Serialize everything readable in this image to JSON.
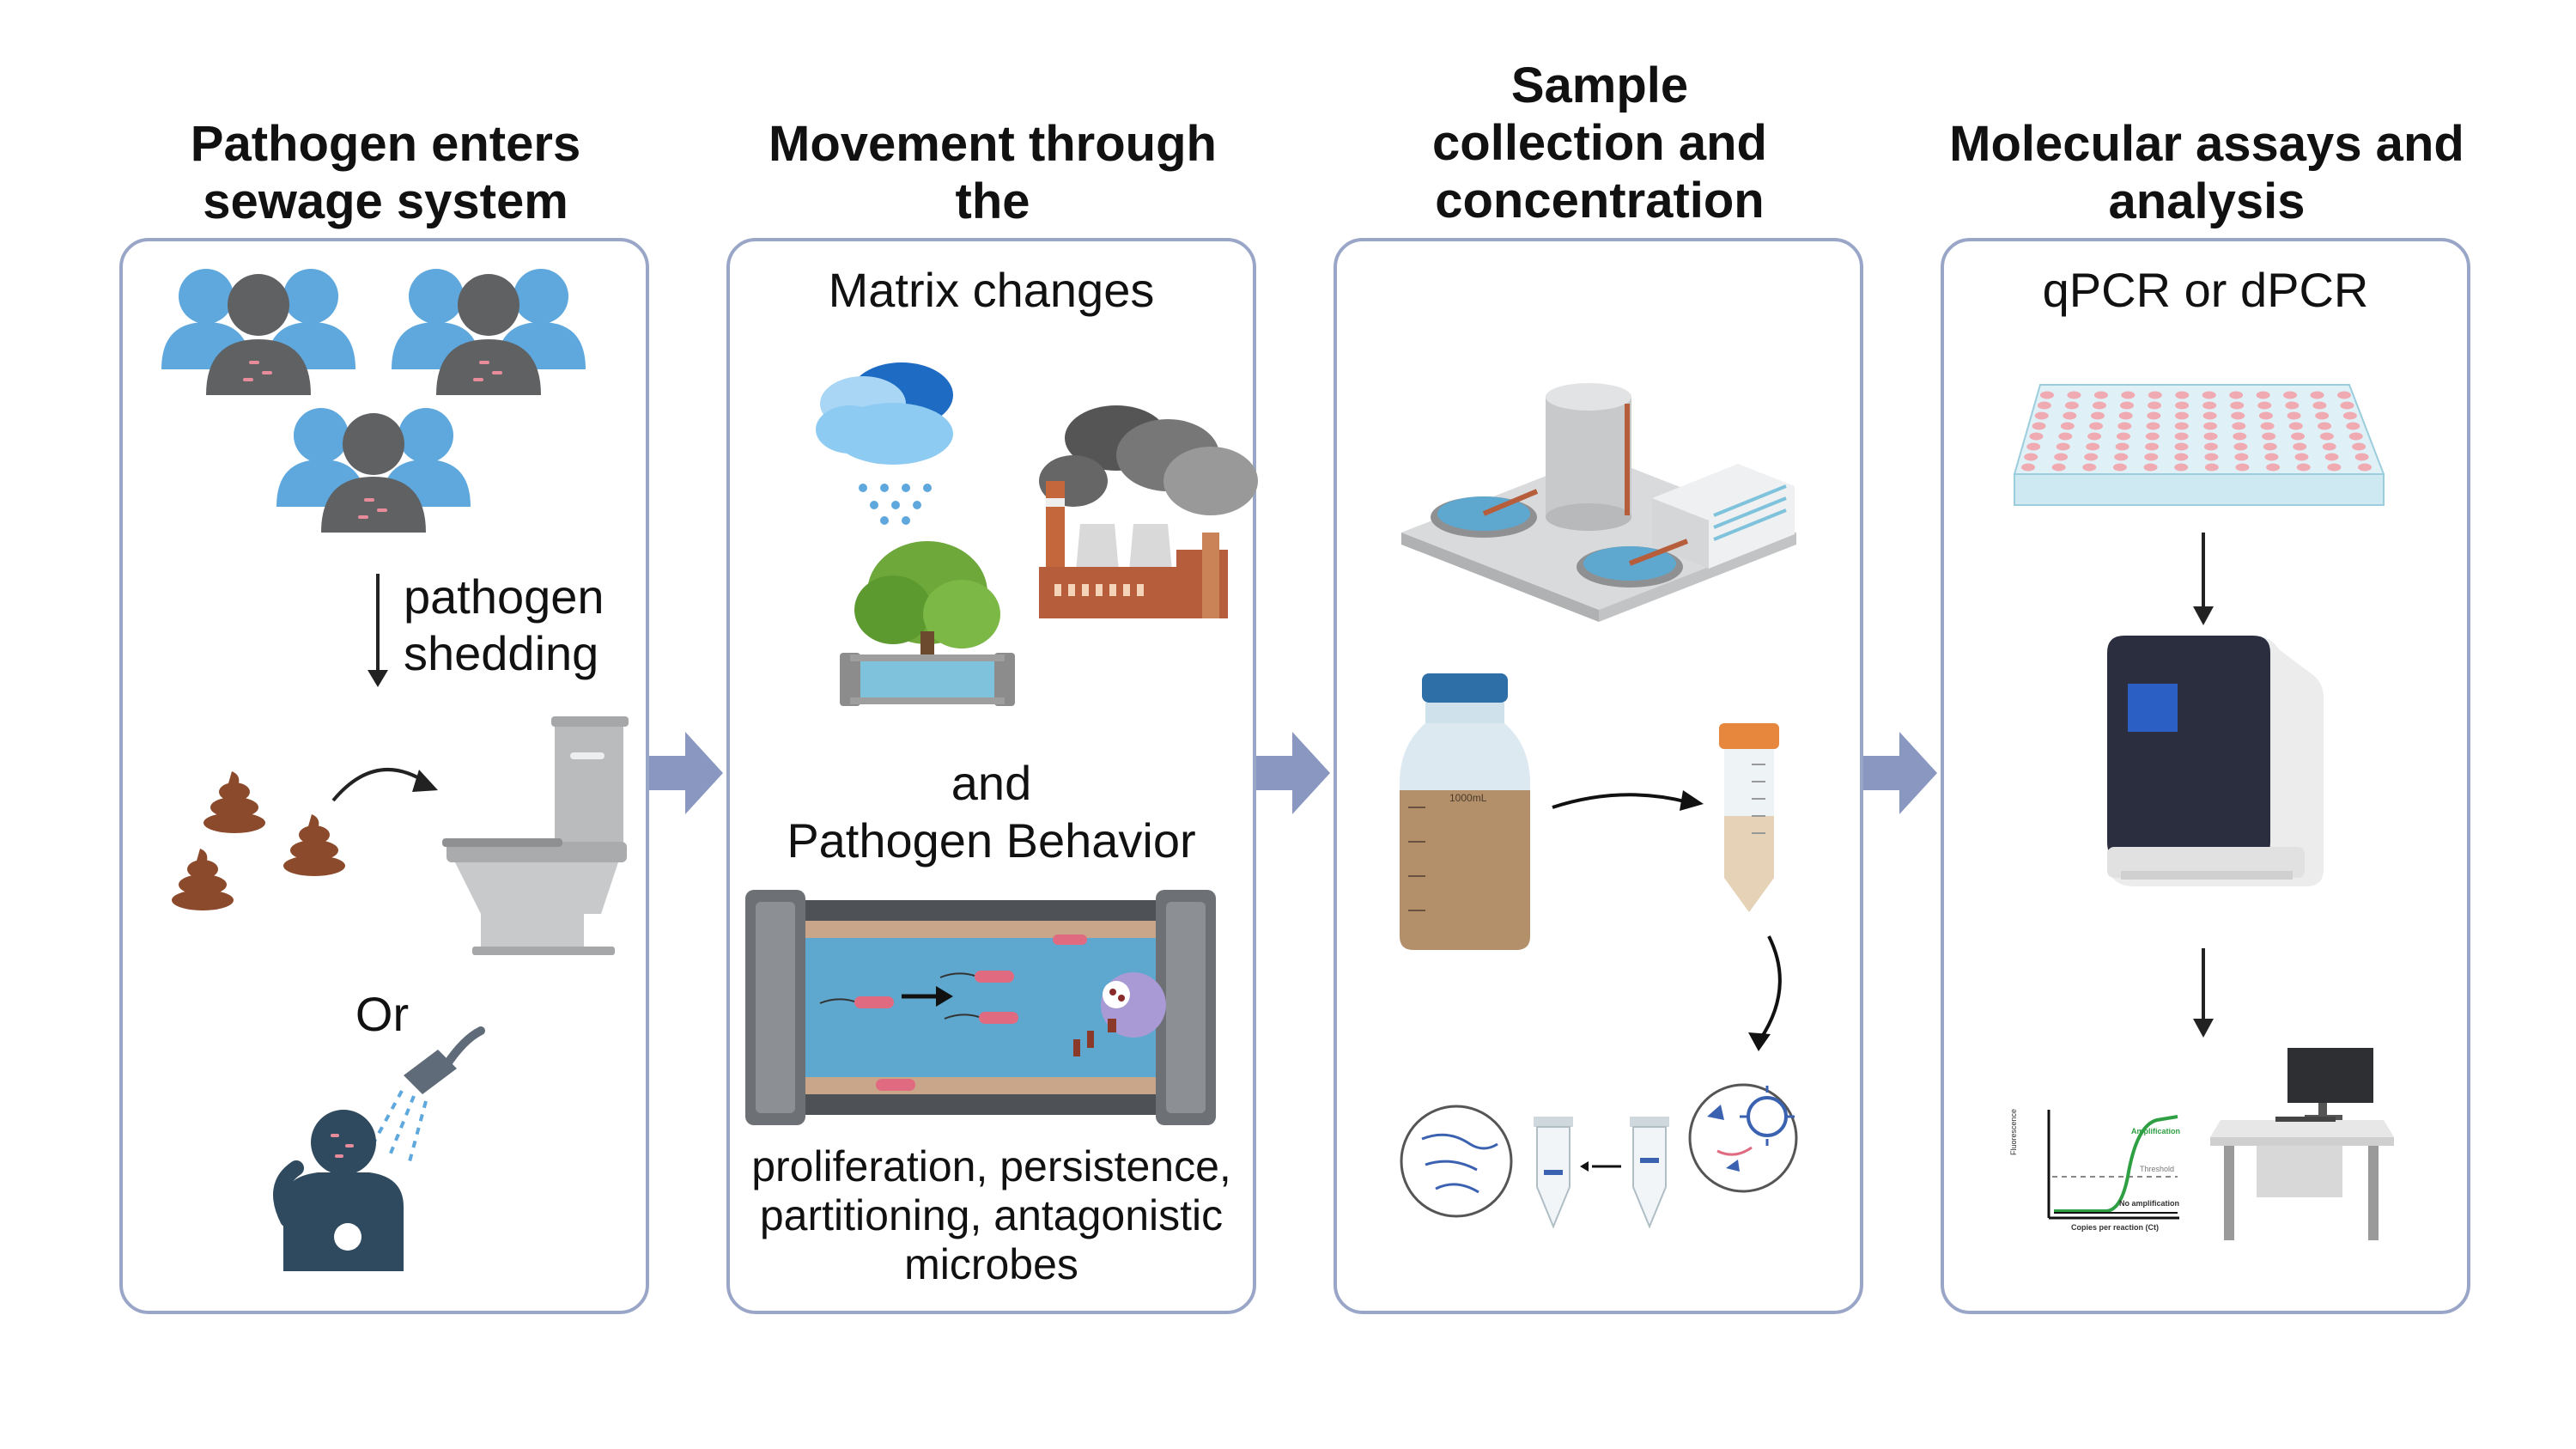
{
  "steps": [
    {
      "title": [
        "Pathogen enters",
        "sewage system"
      ],
      "shedding_label": [
        "pathogen",
        "shedding"
      ],
      "or_label": "Or"
    },
    {
      "title": [
        "Movement through the",
        "sewer"
      ],
      "matrix_label": "Matrix changes",
      "and_label": [
        "and",
        "Pathogen Behavior"
      ],
      "behavior_label": [
        "proliferation, persistence,",
        "partitioning, antagonistic",
        "microbes"
      ]
    },
    {
      "title": [
        "Sample",
        "collection and",
        "concentration"
      ],
      "bottle_label": "1000mL"
    },
    {
      "title": [
        "Molecular assays and",
        "analysis"
      ],
      "assay_label": "qPCR or dPCR",
      "chart": {
        "y_label": "Fluorescence",
        "x_label": "Copies per reaction (Ct)",
        "amplification": "Amplification",
        "threshold": "Threshold",
        "no_amplification": "No amplification"
      }
    }
  ],
  "colors": {
    "panel_border": "#9aa6c8",
    "arrow": "#8a97c0",
    "person_blue": "#5ea8de",
    "person_gray": "#5f6163",
    "water": "#7fc2dc",
    "poop": "#8b4a2b",
    "amplification_green": "#2ea043"
  }
}
